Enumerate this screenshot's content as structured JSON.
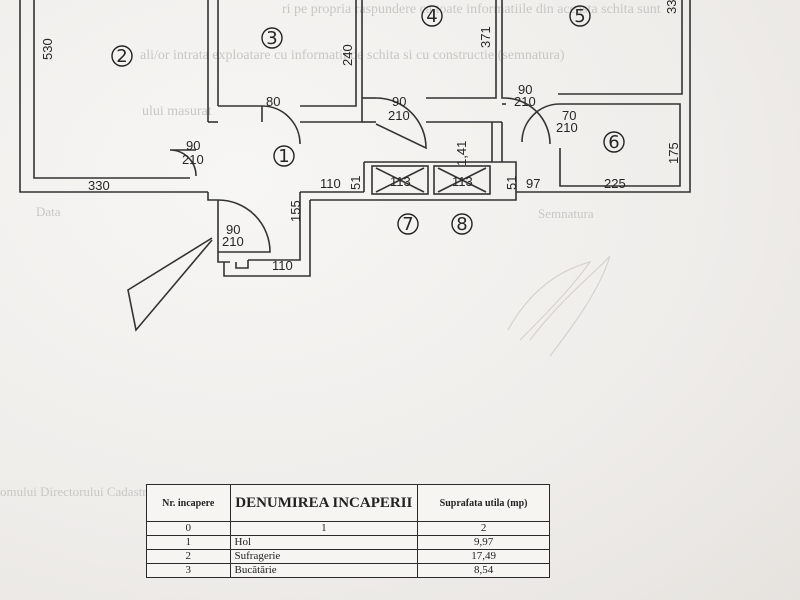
{
  "rooms": [
    "1",
    "2",
    "3",
    "4",
    "5",
    "6",
    "7",
    "8"
  ],
  "dimensions": {
    "d530": "530",
    "d240": "240",
    "d371": "371",
    "d33": "33",
    "d330": "330",
    "d155": "155",
    "d110a": "110",
    "d110b": "110",
    "d51a": "51",
    "d51b": "51",
    "d97": "97",
    "d225": "225",
    "d175": "175",
    "d141": "1,41",
    "d80": "80",
    "box1": "113",
    "box2": "113"
  },
  "doors": [
    {
      "w": "90",
      "h": "210"
    },
    {
      "w": "90",
      "h": "210"
    },
    {
      "w": "90",
      "h": "210"
    },
    {
      "w": "70",
      "h": "210"
    },
    {
      "w": "90",
      "h": "210"
    }
  ],
  "faint_text": {
    "top_line1": "ri pe propria raspundere ca toate informatiile din aceasta schita sunt",
    "top_line2": "ali/or intrata exploatare cu informatii de schita si cu constructie (semnatura)",
    "top_line3": "ului masurat",
    "date_label": "Data",
    "signature_label": "Semnatura",
    "bottom_left": "omului Directorului Cadastru si Publicitate Imobiliara"
  },
  "table": {
    "headers": {
      "nr": "Nr. incapere",
      "denumirea": "DENUMIREA INCAPERII",
      "suprafata": "Suprafata utila (mp)"
    },
    "index_row": [
      "0",
      "1",
      "2"
    ],
    "rows": [
      {
        "nr": "1",
        "name": "Hol",
        "area": "9,97"
      },
      {
        "nr": "2",
        "name": "Sufragerie",
        "area": "17,49"
      },
      {
        "nr": "3",
        "name": "Bucătărie",
        "area": "8,54"
      }
    ]
  }
}
